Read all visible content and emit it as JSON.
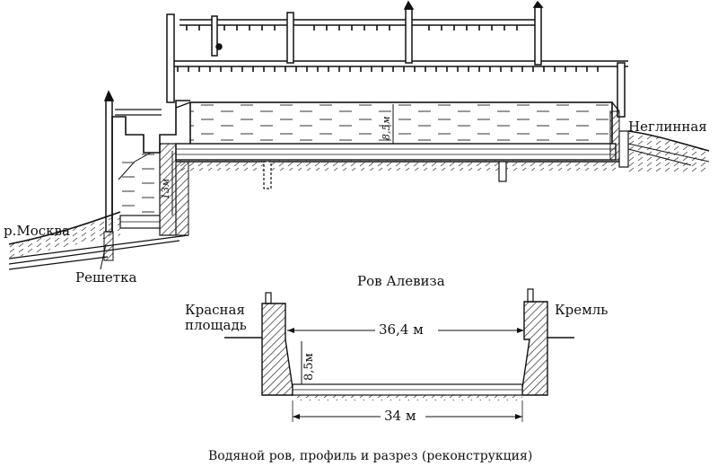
{
  "profile": {
    "left_river": "р.Москва",
    "grate": "Решетка",
    "right_river": "Неглинная",
    "depth_main": "8,5м",
    "depth_side": "13м"
  },
  "section": {
    "title": "Ров Алевиза",
    "left_side": [
      "Красная",
      "площадь"
    ],
    "right_side": "Кремль",
    "top_width": "36,4 м",
    "bottom_width": "34 м",
    "depth": "8,5м"
  },
  "caption": "Водяной ров, профиль и разрез (реконструкция)"
}
